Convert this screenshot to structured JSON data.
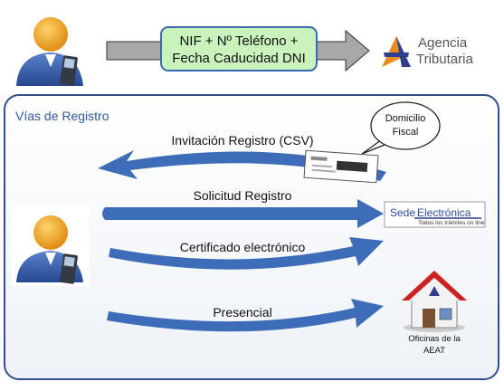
{
  "top_box": {
    "line1": "NIF + Nº Teléfono +",
    "line2": "Fecha Caducidad DNI"
  },
  "agency": {
    "line1": "Agencia",
    "line2": "Tributaria"
  },
  "section_title": "Vías de Registro",
  "bubble": {
    "line1": "Domicilio",
    "line2": "Fiscal"
  },
  "channels": {
    "invitation": "Invitación Registro (CSV)",
    "request": "Solicitud Registro",
    "certificate": "Certificado electrónico",
    "in_person": "Presencial"
  },
  "sede": {
    "word1": "Sede",
    "word2": "Electrónica",
    "tagline": "Todos los trámites on line"
  },
  "offices": {
    "line1": "Oficinas de la",
    "line2": "AEAT"
  },
  "colors": {
    "arrow_blue": "#3d6db8",
    "box_green": "#c9f2bd",
    "agency_orange": "#e98b1e",
    "agency_blue": "#2e3f8f",
    "house_red": "#cc2222",
    "title_blue": "#2f5a9e",
    "panel_border": "#2f4f8f"
  },
  "icons": [
    "user-phone-icon",
    "letter-icon",
    "house-icon",
    "agency-logo-icon"
  ]
}
